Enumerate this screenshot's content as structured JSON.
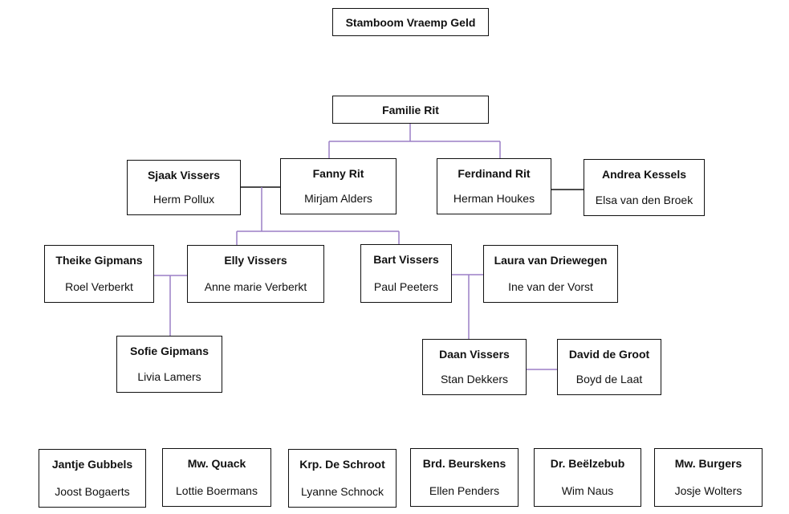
{
  "title": "Stamboom Vraemp Geld",
  "family": "Familie Rit",
  "persons": {
    "sjaak": {
      "name": "Sjaak Vissers",
      "actor": "Herm Pollux"
    },
    "fanny": {
      "name": "Fanny Rit",
      "actor": "Mirjam Alders"
    },
    "ferdinand": {
      "name": "Ferdinand Rit",
      "actor": "Herman Houkes"
    },
    "andrea": {
      "name": "Andrea Kessels",
      "actor": "Elsa van den Broek"
    },
    "theike": {
      "name": "Theike Gipmans",
      "actor": "Roel Verberkt"
    },
    "elly": {
      "name": "Elly Vissers",
      "actor": "Anne marie Verberkt"
    },
    "bart": {
      "name": "Bart Vissers",
      "actor": "Paul Peeters"
    },
    "laura": {
      "name": "Laura van Driewegen",
      "actor": "Ine van der Vorst"
    },
    "sofie": {
      "name": "Sofie Gipmans",
      "actor": "Livia Lamers"
    },
    "daan": {
      "name": "Daan Vissers",
      "actor": "Stan Dekkers"
    },
    "david": {
      "name": "David de Groot",
      "actor": "Boyd de Laat"
    }
  },
  "others": [
    {
      "name": "Jantje Gubbels",
      "actor": "Joost Bogaerts"
    },
    {
      "name": "Mw. Quack",
      "actor": "Lottie Boermans"
    },
    {
      "name": "Krp. De Schroot",
      "actor": "Lyanne Schnock"
    },
    {
      "name": "Brd. Beurskens",
      "actor": "Ellen Penders"
    },
    {
      "name": "Dr. Beëlzebub",
      "actor": "Wim Naus"
    },
    {
      "name": "Mw. Burgers",
      "actor": "Josje Wolters"
    }
  ],
  "colors": {
    "descent_line": "#9b7fc6",
    "marriage_line": "#111111",
    "border": "#111111"
  }
}
